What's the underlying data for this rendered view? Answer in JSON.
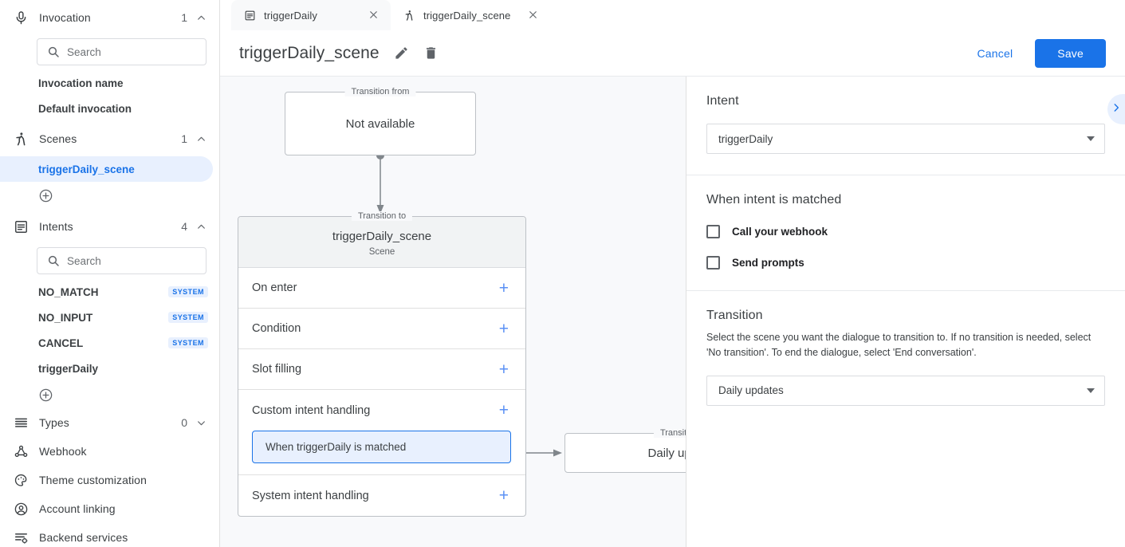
{
  "sidebar": {
    "groups": [
      {
        "icon": "microphone-icon",
        "label": "Invocation",
        "count": "1",
        "chevron": "up"
      },
      {
        "icon": "scenes-icon",
        "label": "Scenes",
        "count": "1",
        "chevron": "up"
      },
      {
        "icon": "intents-icon",
        "label": "Intents",
        "count": "4",
        "chevron": "up"
      }
    ],
    "invocation_search_placeholder": "Search",
    "invocation_items": [
      {
        "label": "Invocation name"
      },
      {
        "label": "Default invocation"
      }
    ],
    "scene_items": [
      {
        "label": "triggerDaily_scene",
        "selected": true
      }
    ],
    "intents_search_placeholder": "Search",
    "intent_items": [
      {
        "label": "NO_MATCH",
        "badge": "SYSTEM"
      },
      {
        "label": "NO_INPUT",
        "badge": "SYSTEM"
      },
      {
        "label": "CANCEL",
        "badge": "SYSTEM"
      },
      {
        "label": "triggerDaily",
        "badge": ""
      }
    ],
    "flat_items": [
      {
        "icon": "types-icon",
        "label": "Types",
        "count": "0",
        "chevron": "down"
      },
      {
        "icon": "webhook-icon",
        "label": "Webhook",
        "count": "",
        "chevron": ""
      },
      {
        "icon": "palette-icon",
        "label": "Theme customization",
        "count": "",
        "chevron": ""
      },
      {
        "icon": "account-icon",
        "label": "Account linking",
        "count": "",
        "chevron": ""
      },
      {
        "icon": "backend-services-icon",
        "label": "Backend services",
        "count": "",
        "chevron": ""
      }
    ]
  },
  "tabs": [
    {
      "icon": "intent-tab-icon",
      "label": "triggerDaily",
      "active": false
    },
    {
      "icon": "scene-tab-icon",
      "label": "triggerDaily_scene",
      "active": true
    }
  ],
  "titlebar": {
    "title": "triggerDaily_scene",
    "edit_icon": "pencil-icon",
    "delete_icon": "trash-icon",
    "cancel_label": "Cancel",
    "save_label": "Save"
  },
  "graph": {
    "transition_from_legend": "Transition from",
    "transition_from_value": "Not available",
    "transition_to_legend": "Transition to",
    "scene_name": "triggerDaily_scene",
    "scene_subtitle": "Scene",
    "rows": [
      {
        "label": "On enter",
        "add": "+"
      },
      {
        "label": "Condition",
        "add": "+"
      },
      {
        "label": "Slot filling",
        "add": "+"
      },
      {
        "label": "Custom intent handling",
        "add": "+"
      },
      {
        "label": "System intent handling",
        "add": "+"
      }
    ],
    "custom_intent_chip": "When triggerDaily is matched",
    "target_legend": "Transition to",
    "target_value": "Daily updates"
  },
  "panel": {
    "intent": {
      "heading": "Intent",
      "selected": "triggerDaily"
    },
    "matched": {
      "heading": "When intent is matched",
      "checkboxes": [
        {
          "label": "Call your webhook",
          "checked": false
        },
        {
          "label": "Send prompts",
          "checked": false
        }
      ]
    },
    "transition": {
      "heading": "Transition",
      "description": "Select the scene you want the dialogue to transition to. If no transition is needed, select 'No transition'. To end the dialogue, select 'End conversation'.",
      "selected": "Daily updates"
    },
    "expander_icon": "chevron-right-icon"
  },
  "colors": {
    "accent": "#1a73e8",
    "accent_bg": "#e8f0fe",
    "text": "#3c4043",
    "muted": "#5f6368",
    "canvas_bg": "#f8f9fb"
  }
}
